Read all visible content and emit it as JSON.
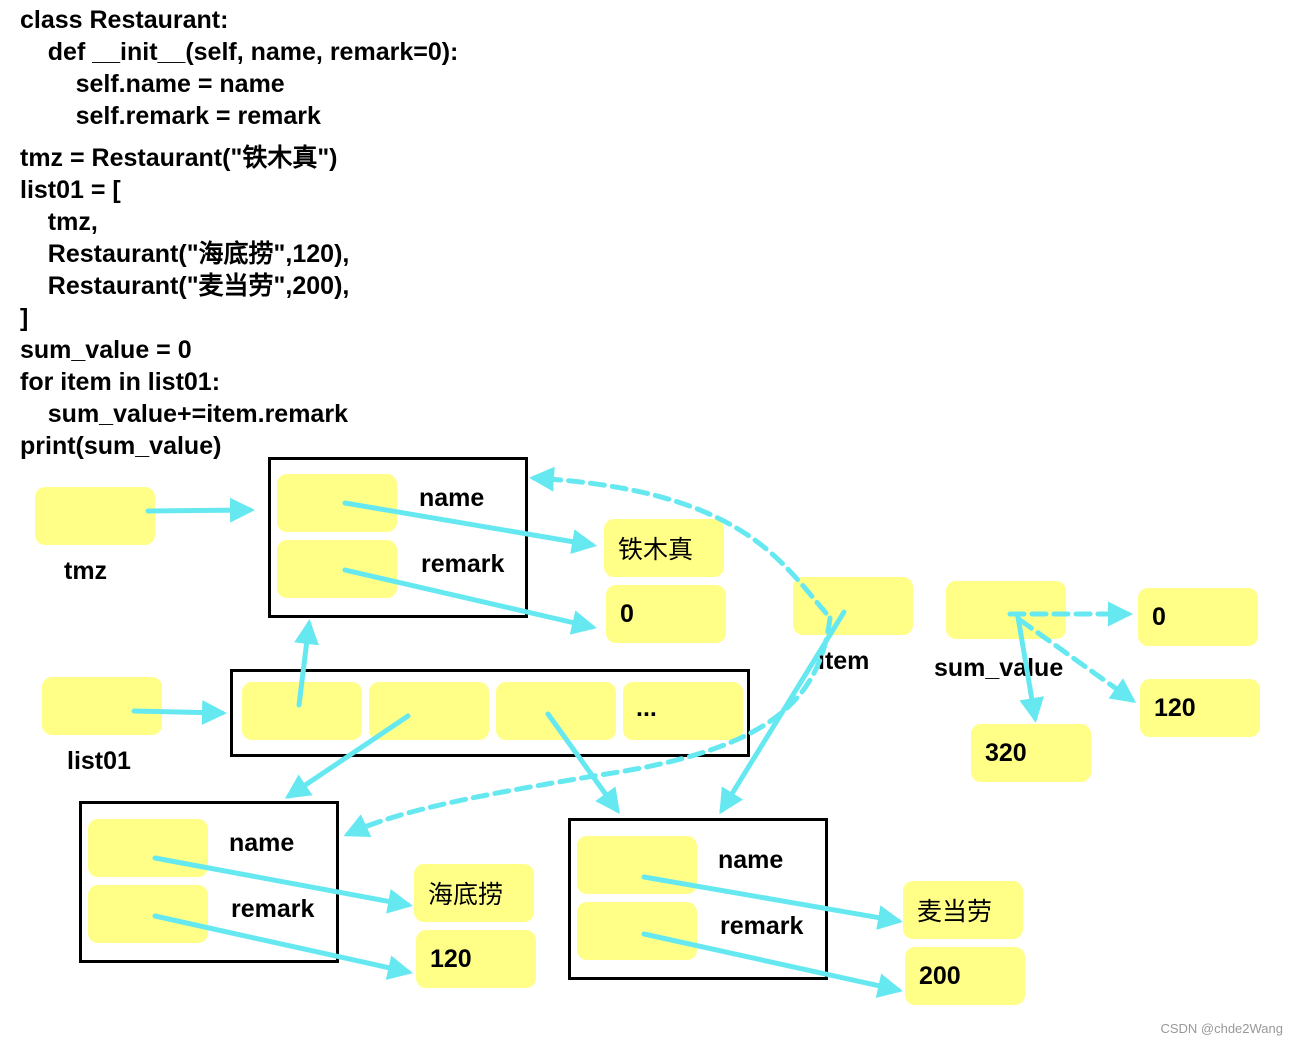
{
  "code_lines": [
    "class Restaurant:",
    "    def __init__(self, name, remark=0):",
    "        self.name = name",
    "        self.remark = remark",
    "tmz = Restaurant(\"铁木真\")",
    "list01 = [",
    "    tmz,",
    "    Restaurant(\"海底捞\",120),",
    "    Restaurant(\"麦当劳\",200),",
    "]",
    "sum_value = 0",
    "for item in list01:",
    "    sum_value+=item.remark",
    "print(sum_value)"
  ],
  "labels": {
    "tmz": "tmz",
    "list01": "list01",
    "item": "item",
    "sum_value": "sum_value",
    "ellipsis": "..."
  },
  "objects": {
    "obj1": {
      "name_label": "name",
      "remark_label": "remark",
      "name_value": "铁木真",
      "remark_value": "0"
    },
    "obj2": {
      "name_label": "name",
      "remark_label": "remark",
      "name_value": "海底捞",
      "remark_value": "120"
    },
    "obj3": {
      "name_label": "name",
      "remark_label": "remark",
      "name_value": "麦当劳",
      "remark_value": "200"
    }
  },
  "sum_values": [
    "0",
    "120",
    "320"
  ],
  "footer": "CSDN @chde2Wang",
  "colors": {
    "cell": "#ffff88",
    "arrow": "#66e8f0",
    "box_border": "#000000"
  }
}
